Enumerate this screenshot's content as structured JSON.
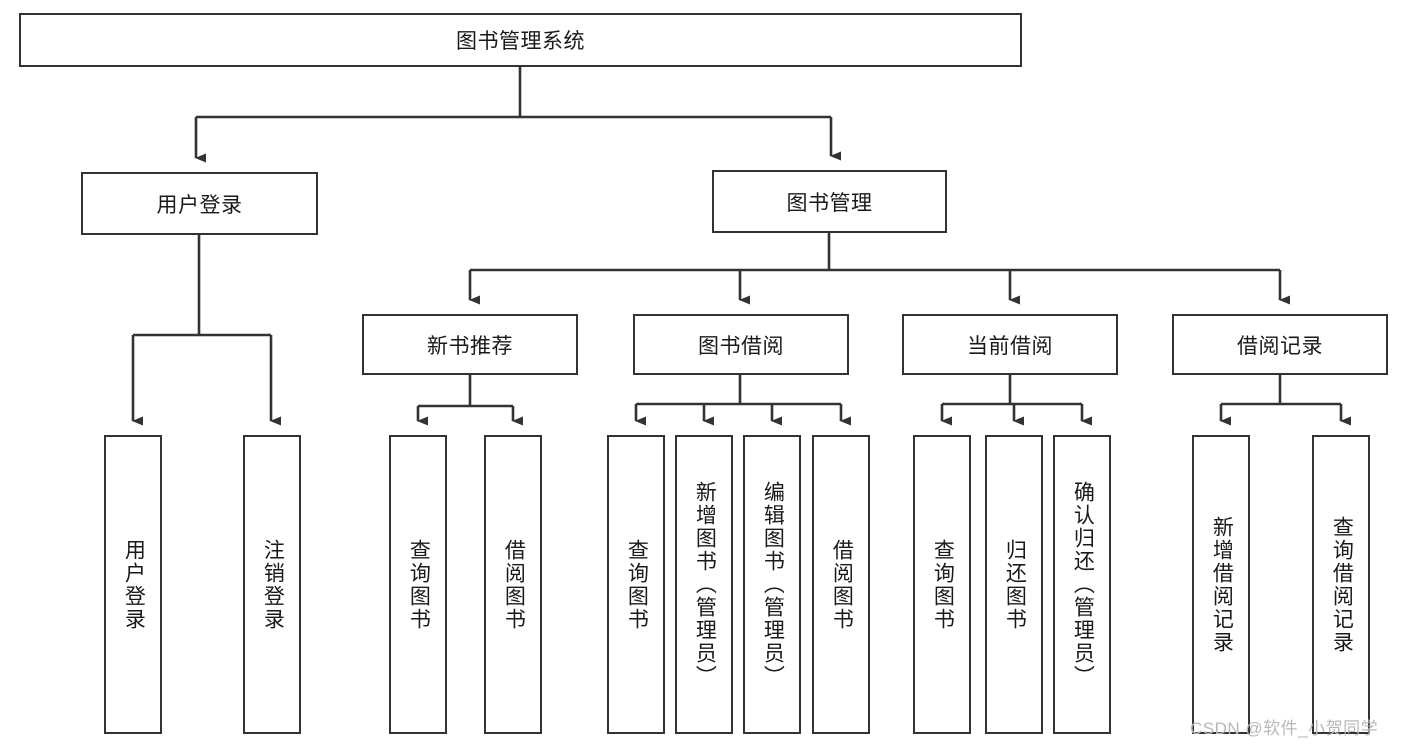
{
  "diagram": {
    "type": "tree",
    "title": "图书管理系统",
    "orientation": "top-down",
    "root": {
      "label": "图书管理系统"
    },
    "level2": [
      {
        "label": "用户登录"
      },
      {
        "label": "图书管理"
      }
    ],
    "level3": [
      {
        "label": "新书推荐"
      },
      {
        "label": "图书借阅"
      },
      {
        "label": "当前借阅"
      },
      {
        "label": "借阅记录"
      }
    ],
    "leaves": {
      "user_login": [
        {
          "label": "用户登录"
        },
        {
          "label": "注销登录"
        }
      ],
      "new_book_recommend": [
        {
          "label": "查询图书"
        },
        {
          "label": "借阅图书"
        }
      ],
      "book_borrow": [
        {
          "label": "查询图书"
        },
        {
          "label": "新增图书（管理员）"
        },
        {
          "label": "编辑图书（管理员）"
        },
        {
          "label": "借阅图书"
        }
      ],
      "current_borrow": [
        {
          "label": "查询图书"
        },
        {
          "label": "归还图书"
        },
        {
          "label": "确认归还（管理员）"
        }
      ],
      "borrow_record": [
        {
          "label": "新增借阅记录"
        },
        {
          "label": "查询借阅记录"
        }
      ]
    },
    "watermark": "CSDN @软件_小贺同学",
    "colors": {
      "box_border": "#333333",
      "box_fill": "#ffffff",
      "edge": "#333333",
      "text": "#1a1a1a",
      "watermark": "#b9b9b9"
    }
  }
}
